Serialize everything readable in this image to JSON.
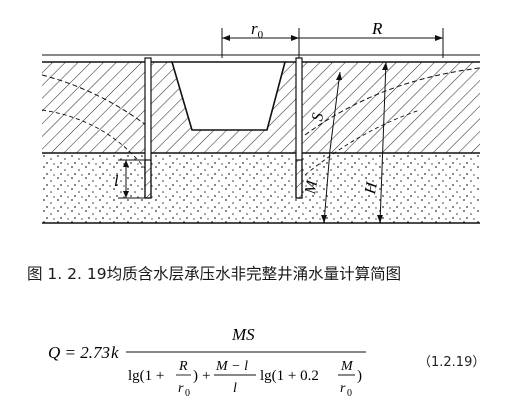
{
  "diagram": {
    "labels": {
      "r0": "r",
      "r0_sub": "0",
      "R": "R",
      "S": "S",
      "l": "l",
      "M": "M",
      "H": "H"
    }
  },
  "caption": "图 1. 2. 19均质含水层承压水非完整井涌水量计算简图",
  "formula": {
    "lhs": "Q = 2.73",
    "k": "k",
    "numerator": "MS",
    "t1_lg": "lg(1 +",
    "t1_R": "R",
    "t1_r": "r",
    "t1_rsub": "0",
    "t1_close": ")",
    "plus": "+",
    "t2_num": "M − l",
    "t2_den": "l",
    "t3_lg": "lg(1 + 0.2",
    "t3_M": "M",
    "t3_r": "r",
    "t3_rsub": "0",
    "t3_close": ")"
  },
  "equation_number": "（1.2.19）"
}
